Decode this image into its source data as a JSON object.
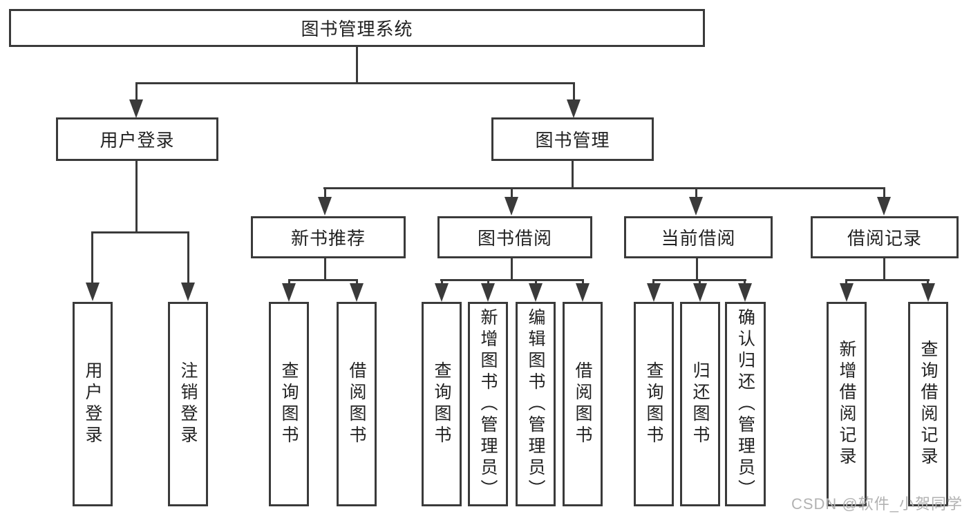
{
  "colors": {
    "line": "#3a3a3a",
    "text": "#222222",
    "bg": "#ffffff",
    "watermark": "#b2b2b2"
  },
  "watermark": {
    "text": "CSDN @软件_小贺同学"
  },
  "tree": {
    "root": {
      "label": "图书管理系统"
    },
    "branches": [
      {
        "label": "用户登录",
        "children": [
          {
            "label": "用户登录"
          },
          {
            "label": "注销登录"
          }
        ]
      },
      {
        "label": "图书管理",
        "children": [
          {
            "label": "新书推荐",
            "children": [
              {
                "label": "查询图书"
              },
              {
                "label": "借阅图书"
              }
            ]
          },
          {
            "label": "图书借阅",
            "children": [
              {
                "label": "查询图书"
              },
              {
                "label": "新增图书（管理员）"
              },
              {
                "label": "编辑图书（管理员）"
              },
              {
                "label": "借阅图书"
              }
            ]
          },
          {
            "label": "当前借阅",
            "children": [
              {
                "label": "查询图书"
              },
              {
                "label": "归还图书"
              },
              {
                "label": "确认归还（管理员）"
              }
            ]
          },
          {
            "label": "借阅记录",
            "children": [
              {
                "label": "新增借阅记录"
              },
              {
                "label": "查询借阅记录"
              }
            ]
          }
        ]
      }
    ]
  }
}
